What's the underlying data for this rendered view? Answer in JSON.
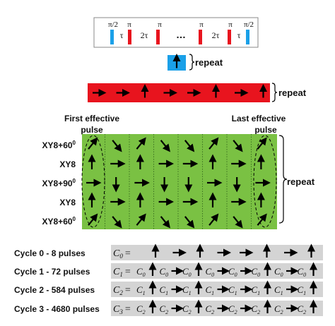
{
  "sequence": {
    "labels": [
      "π/2",
      "τ",
      "π",
      "2τ",
      "π",
      "…",
      "π",
      "2τ",
      "π",
      "τ",
      "π/2"
    ]
  },
  "block1": {
    "repeat_label": "repeat",
    "arrows": [
      "up"
    ]
  },
  "block2": {
    "repeat_label": "repeat",
    "arrows": [
      "right",
      "right",
      "up",
      "right",
      "right",
      "up",
      "right",
      "up"
    ]
  },
  "block3": {
    "first_label_line1": "First effective",
    "first_label_line2": "pulse",
    "last_label_line1": "Last effective",
    "last_label_line2": "pulse",
    "repeat_label": "repeat",
    "rows": [
      {
        "label": "XY8+60",
        "sup": "0",
        "arrows": [
          "ur",
          "dr",
          "ur",
          "dr",
          "dr",
          "ur",
          "dr",
          "ur"
        ]
      },
      {
        "label": "XY8",
        "sup": "",
        "arrows": [
          "up",
          "right",
          "up",
          "right",
          "right",
          "up",
          "right",
          "up"
        ]
      },
      {
        "label": "XY8+90",
        "sup": "0",
        "arrows": [
          "right",
          "down",
          "right",
          "down",
          "down",
          "right",
          "down",
          "right"
        ]
      },
      {
        "label": "XY8",
        "sup": "",
        "arrows": [
          "up",
          "right",
          "up",
          "right",
          "right",
          "up",
          "right",
          "up"
        ]
      },
      {
        "label": "XY8+60",
        "sup": "0",
        "arrows": [
          "ur",
          "dr",
          "ur",
          "dr",
          "dr",
          "ur",
          "dr",
          "ur"
        ]
      }
    ]
  },
  "cycles": [
    {
      "label": "Cycle 0 - 8 pulses",
      "eq_var": "C",
      "eq_sub": "0",
      "eq_sign": "=",
      "items": [
        "up",
        "right",
        "up",
        "right",
        "right",
        "up",
        "right",
        "up"
      ]
    },
    {
      "label": "Cycle 1 - 72 pulses",
      "eq_var": "C",
      "eq_sub": "1",
      "eq_sign": "=",
      "term_sub": "0"
    },
    {
      "label": "Cycle 2 - 584 pulses",
      "eq_var": "C",
      "eq_sub": "2",
      "eq_sign": "=",
      "term_sub": "1"
    },
    {
      "label": "Cycle 3 - 4680 pulses",
      "eq_var": "C",
      "eq_sub": "3",
      "eq_sign": "=",
      "term_sub": "2"
    }
  ],
  "colors": {
    "red": "#e8141e",
    "blue": "#1aa0e8",
    "green": "#7ac143",
    "gray": "#d4d4d4"
  }
}
